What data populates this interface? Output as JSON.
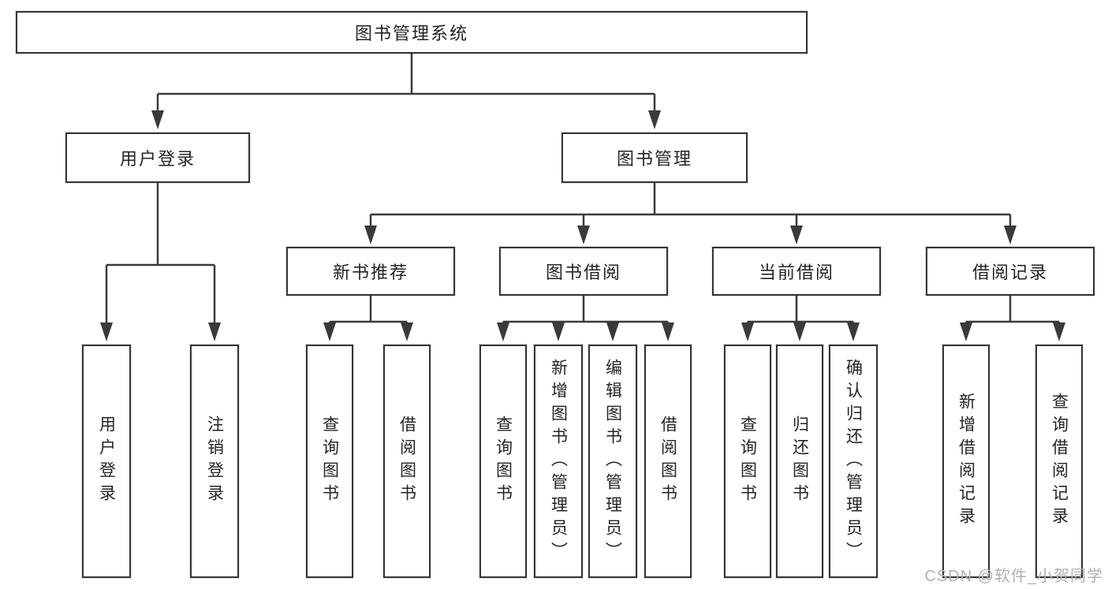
{
  "tree": {
    "root": {
      "label": "图书管理系统"
    },
    "branches": [
      {
        "label": "用户登录",
        "children": [
          {
            "label": "用户登录"
          },
          {
            "label": "注销登录"
          }
        ]
      },
      {
        "label": "图书管理",
        "children": [
          {
            "label": "新书推荐",
            "children": [
              {
                "label": "查询图书"
              },
              {
                "label": "借阅图书"
              }
            ]
          },
          {
            "label": "图书借阅",
            "children": [
              {
                "label": "查询图书"
              },
              {
                "label": "新增图书（管理员）"
              },
              {
                "label": "编辑图书（管理员）"
              },
              {
                "label": "借阅图书"
              }
            ]
          },
          {
            "label": "当前借阅",
            "children": [
              {
                "label": "查询图书"
              },
              {
                "label": "归还图书"
              },
              {
                "label": "确认归还（管理员）"
              }
            ]
          },
          {
            "label": "借阅记录",
            "children": [
              {
                "label": "新增借阅记录"
              },
              {
                "label": "查询借阅记录"
              }
            ]
          }
        ]
      }
    ]
  },
  "watermark": {
    "text": "CSDN @软件_小贺同学"
  },
  "colors": {
    "line": "#3a3a3a",
    "box_border": "#343434",
    "watermark": "#b5afaf"
  }
}
